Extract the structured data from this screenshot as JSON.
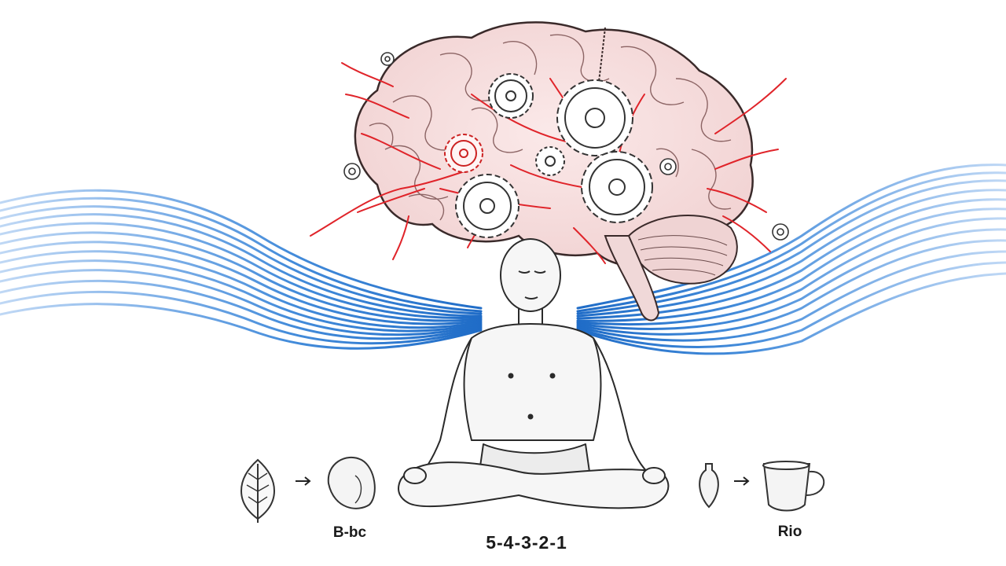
{
  "captions": {
    "left": "B-bc",
    "center": "5-4-3-2-1",
    "right": "Rio"
  },
  "icons": {
    "leaf": "leaf-icon",
    "stone": "stone-icon",
    "vase": "vase-icon",
    "cup": "cup-icon",
    "arrow": "arrow-right-icon",
    "gear": "gear-icon"
  },
  "colors": {
    "wave_blue": "#2f7fd6",
    "vein_red": "#e0242a",
    "ink": "#333333",
    "background": "#ffffff"
  }
}
